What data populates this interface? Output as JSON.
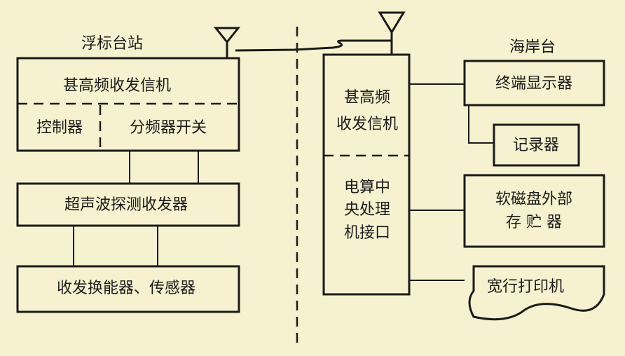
{
  "buoy_station": {
    "title": "浮标台站",
    "vhf_transceiver": "甚高频收发信机",
    "controller": "控制器",
    "frequency_divider_switch": "分频器开关",
    "ultrasonic_transceiver": "超声波探测收发器",
    "transducer_sensor": "收发换能器、传感器"
  },
  "shore_station": {
    "title": "海岸台",
    "vhf_transceiver": [
      "甚高频",
      "收发信机"
    ],
    "cpu_interface": [
      "电算中",
      "央处理",
      "机接口"
    ],
    "terminal_display": "终端显示器",
    "recorder": "记录器",
    "floppy_storage": [
      "软磁盘外部",
      "存 贮 器"
    ],
    "line_printer": "宽行打印机"
  }
}
